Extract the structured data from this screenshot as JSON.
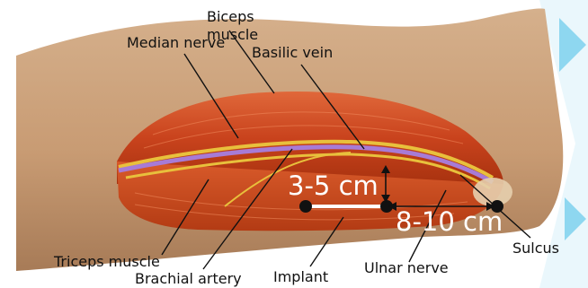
{
  "labels": {
    "biceps_line1": "Biceps",
    "biceps_line2": "muscle",
    "median_nerve": "Median nerve",
    "basilic_vein": "Basilic vein",
    "triceps_muscle": "Triceps muscle",
    "brachial_artery": "Brachial artery",
    "implant": "Implant",
    "ulnar_nerve": "Ulnar nerve",
    "sulcus": "Sulcus"
  },
  "measurements": {
    "depth": "3-5 cm",
    "distance": "8-10 cm"
  },
  "colors": {
    "skin": "#c8a07b",
    "muscle": "#c8441c",
    "nerve": "#e8c03c",
    "vein": "#a77bd6",
    "accent": "#8ed7f0"
  }
}
